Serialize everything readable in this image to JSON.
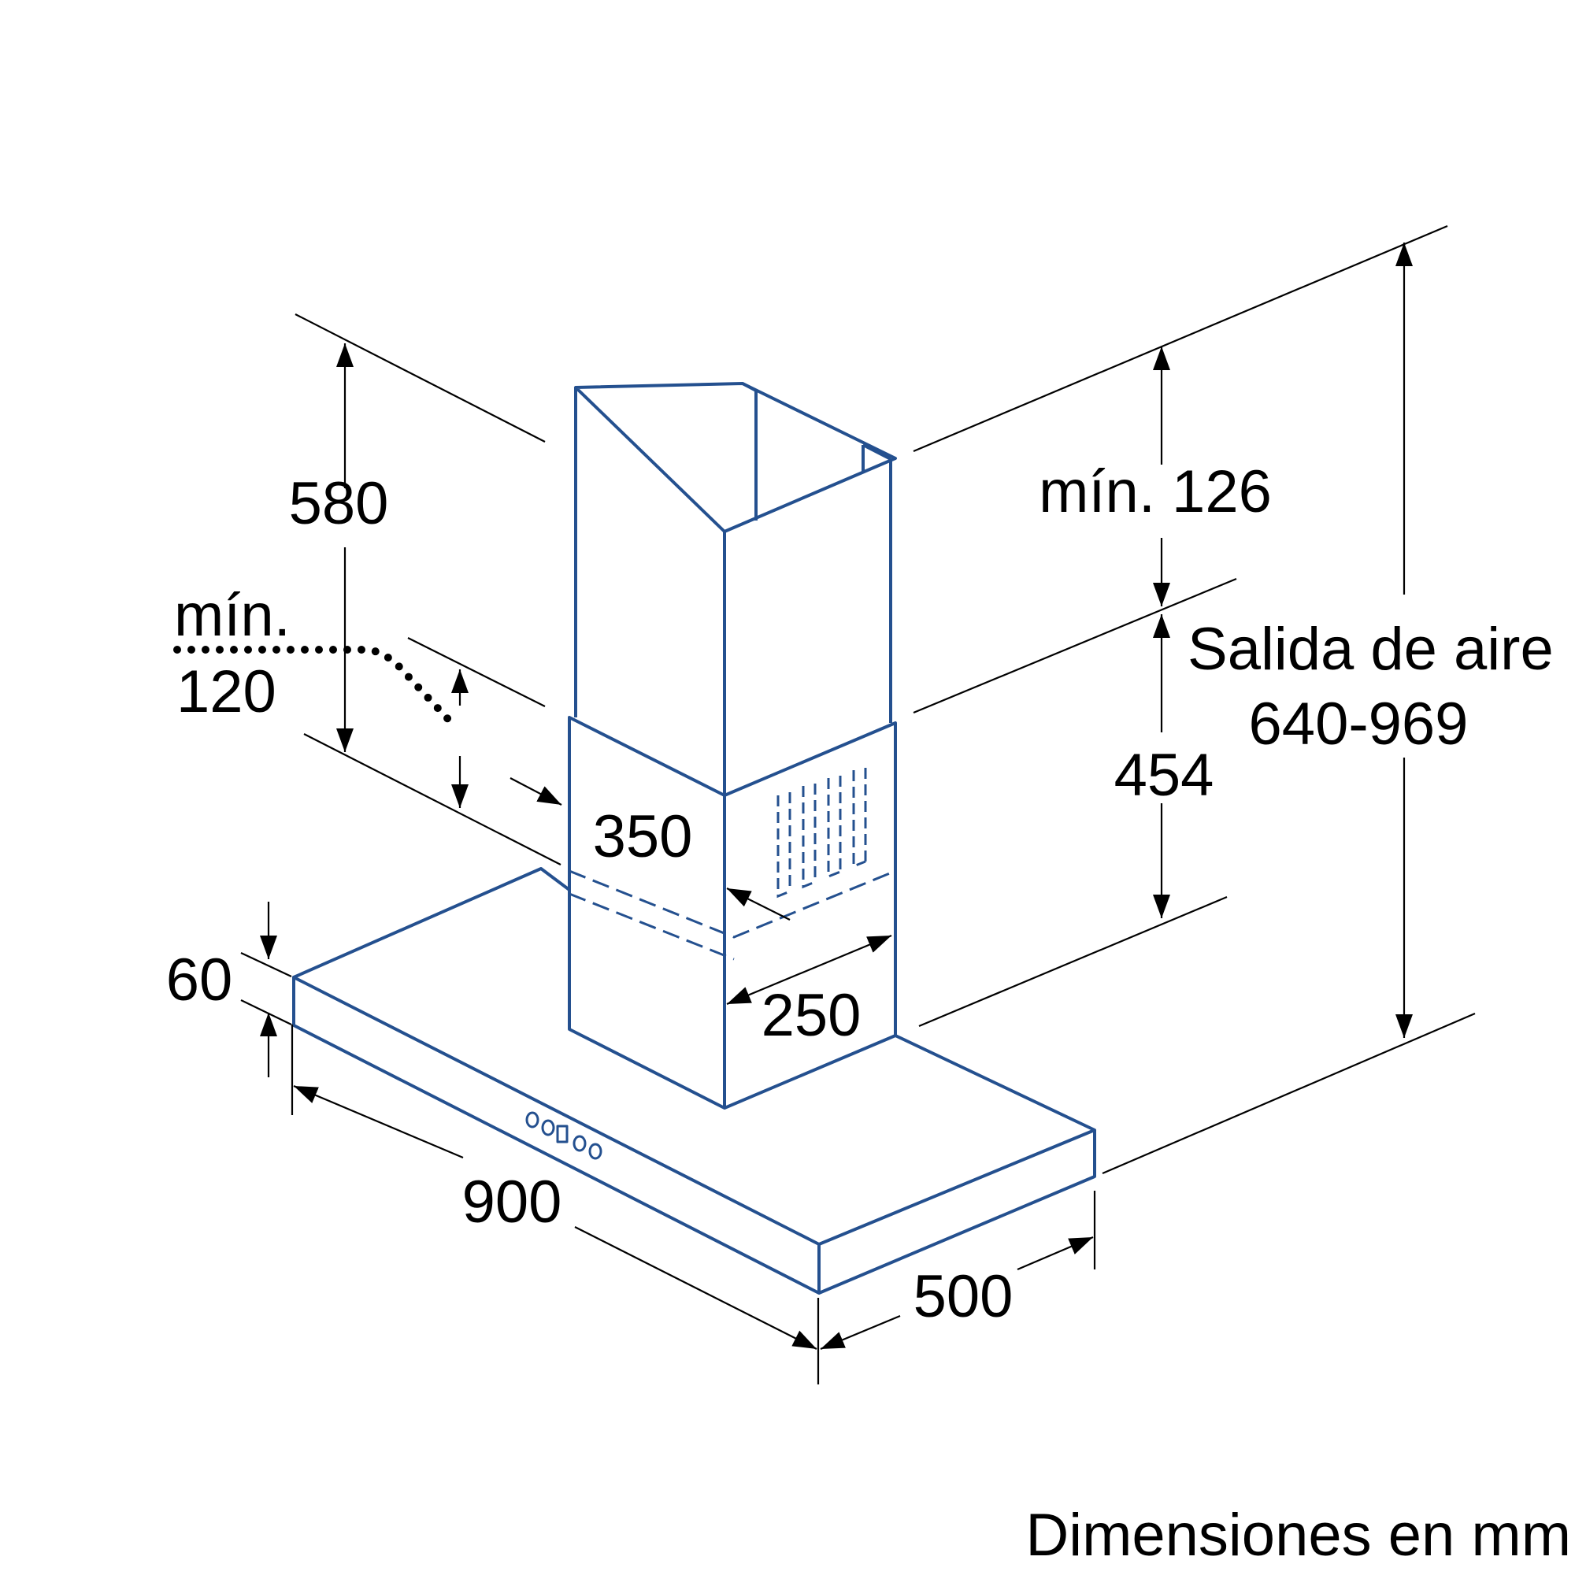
{
  "colors": {
    "hood_outline": "#24508F",
    "dimension_lines": "#000000",
    "background": "#FFFFFF"
  },
  "labels": {
    "chimney_height": "580",
    "min_clearance_line1": "mín.",
    "min_clearance_line2": "120",
    "chimney_width": "350",
    "min_top": "mín. 126",
    "air_outlet_line1": "Salida de aire",
    "air_outlet_line2": "640-969",
    "lower_chimney_height": "454",
    "chimney_depth": "250",
    "hood_thickness": "60",
    "hood_width": "900",
    "hood_depth": "500",
    "units_note": "Dimensiones en mm"
  }
}
